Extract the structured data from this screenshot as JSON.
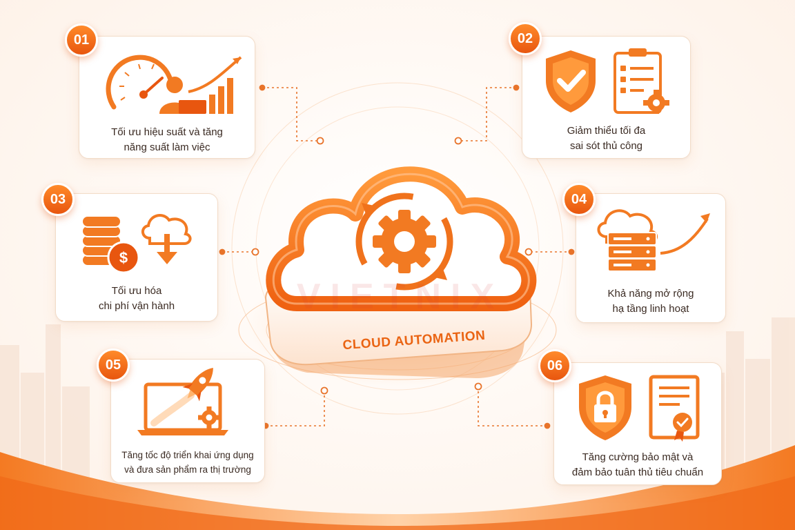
{
  "center": {
    "title": "CLOUD AUTOMATION",
    "watermark": "VIETNIX"
  },
  "benefits": [
    {
      "number": "01",
      "lines": [
        "Tối ưu hiệu suất và tăng",
        "năng suất làm việc"
      ],
      "icon": "speedometer-user-growth-icon"
    },
    {
      "number": "02",
      "lines": [
        "Giảm thiểu tối đa",
        "sai sót thủ công"
      ],
      "icon": "shield-checklist-icon"
    },
    {
      "number": "03",
      "lines": [
        "Tối ưu hóa",
        "chi phí vận hành"
      ],
      "icon": "coins-cloud-download-icon"
    },
    {
      "number": "04",
      "lines": [
        "Khả năng mở rộng",
        "hạ tầng linh hoạt"
      ],
      "icon": "server-cloud-growth-icon"
    },
    {
      "number": "05",
      "lines": [
        "Tăng tốc độ triển khai ứng dụng",
        "và đưa sản phẩm ra thị trường"
      ],
      "icon": "laptop-rocket-icon"
    },
    {
      "number": "06",
      "lines": [
        "Tăng cường bảo mật và",
        "đảm bảo tuân thủ tiêu chuẩn"
      ],
      "icon": "lock-shield-certificate-icon"
    }
  ],
  "colors": {
    "accent": "#f2761f",
    "accent_dark": "#e8560f",
    "text": "#3a2a22",
    "card_border": "#f3dcc8"
  }
}
